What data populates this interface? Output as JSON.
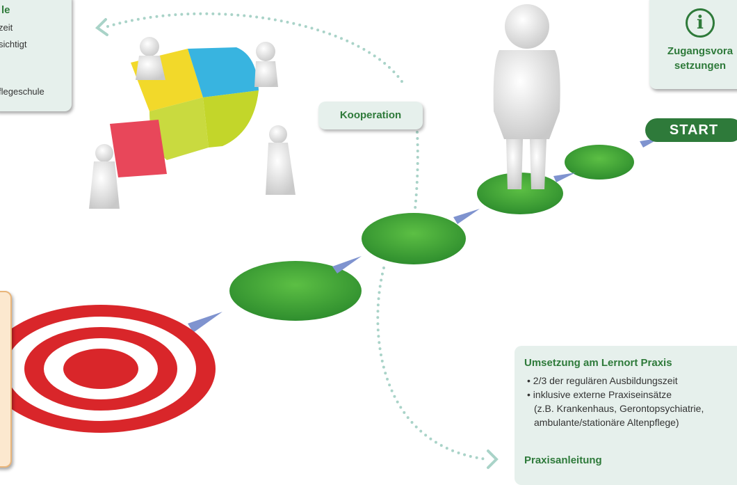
{
  "top_left_box": {
    "title": "le",
    "lines": [
      "zeit",
      "sichtigt",
      "flegeschule"
    ]
  },
  "top_right_box": {
    "icon": "info-icon",
    "label_line1": "Zugangsvora",
    "label_line2": "setzungen"
  },
  "kooperation_label": "Kooperation",
  "start_label": "START",
  "bottom_right_box": {
    "title": "Umsetzung am Lernort Praxis",
    "bullets": [
      "• 2/3 der regulären Ausbildungszeit",
      "• inklusive externe Praxiseinsätze",
      "(z.B. Krankenhaus, Gerontopsychiatrie,",
      "ambulante/stationäre Altenpflege)"
    ],
    "subtitle": "Praxisanleitung"
  },
  "colors": {
    "green_dark": "#2e7a3a",
    "green_step": "#3fa33a",
    "target_red": "#d9262a",
    "arrow_blue": "#7f93cf",
    "dotted_teal": "#a9d3c8",
    "box_bg": "#e6f0ec"
  }
}
